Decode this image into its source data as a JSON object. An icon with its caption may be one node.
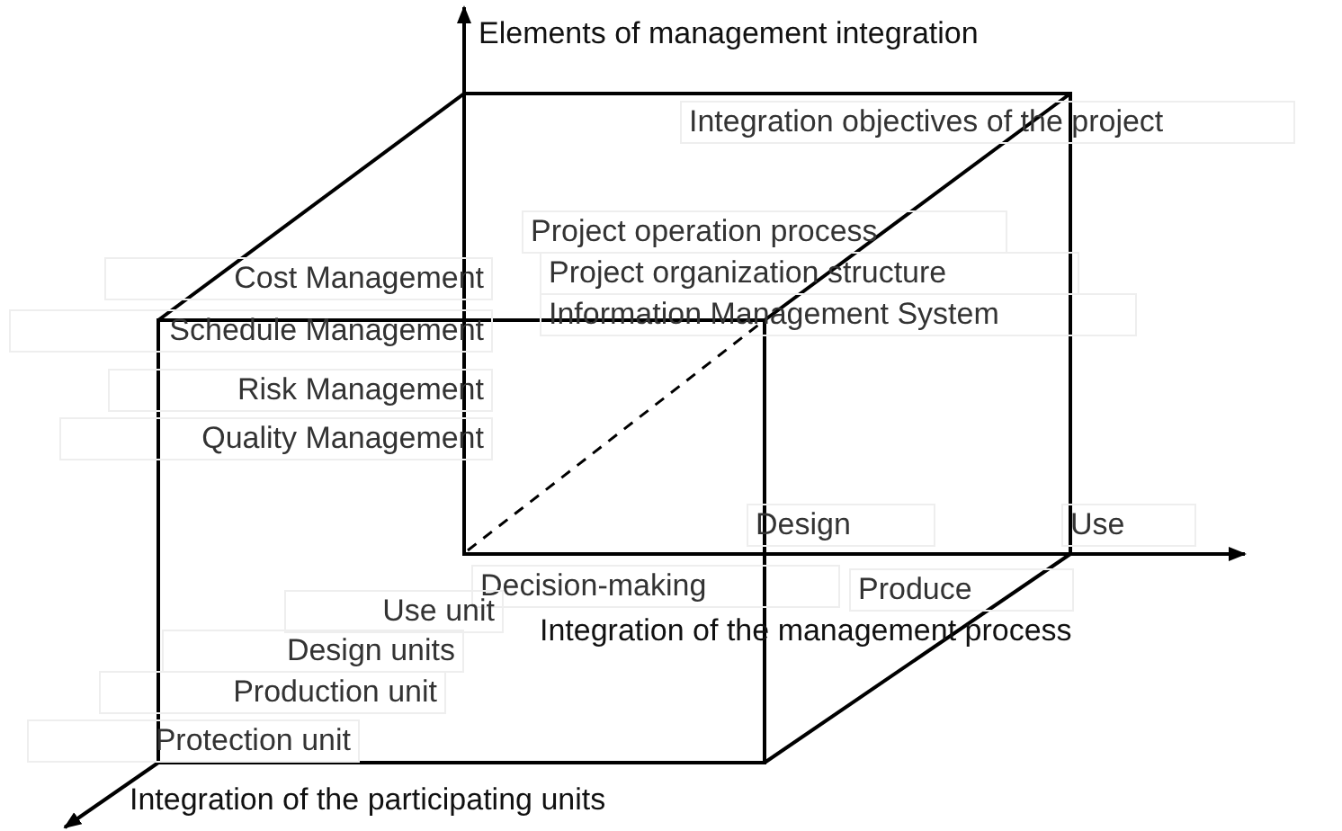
{
  "diagram": {
    "labels": [
      "Elements of management integration",
      "Integration objectives of the project",
      "Project operation process",
      "Project organization structure",
      "Information Management System",
      "Cost Management",
      "Schedule Management",
      "Risk Management",
      "Quality Management",
      "Design",
      "Use",
      "Decision-making",
      "Produce",
      "Use unit",
      "Design units",
      "Integration of the management process",
      "Production unit",
      "Protection unit",
      "Integration of the participating units"
    ]
  }
}
